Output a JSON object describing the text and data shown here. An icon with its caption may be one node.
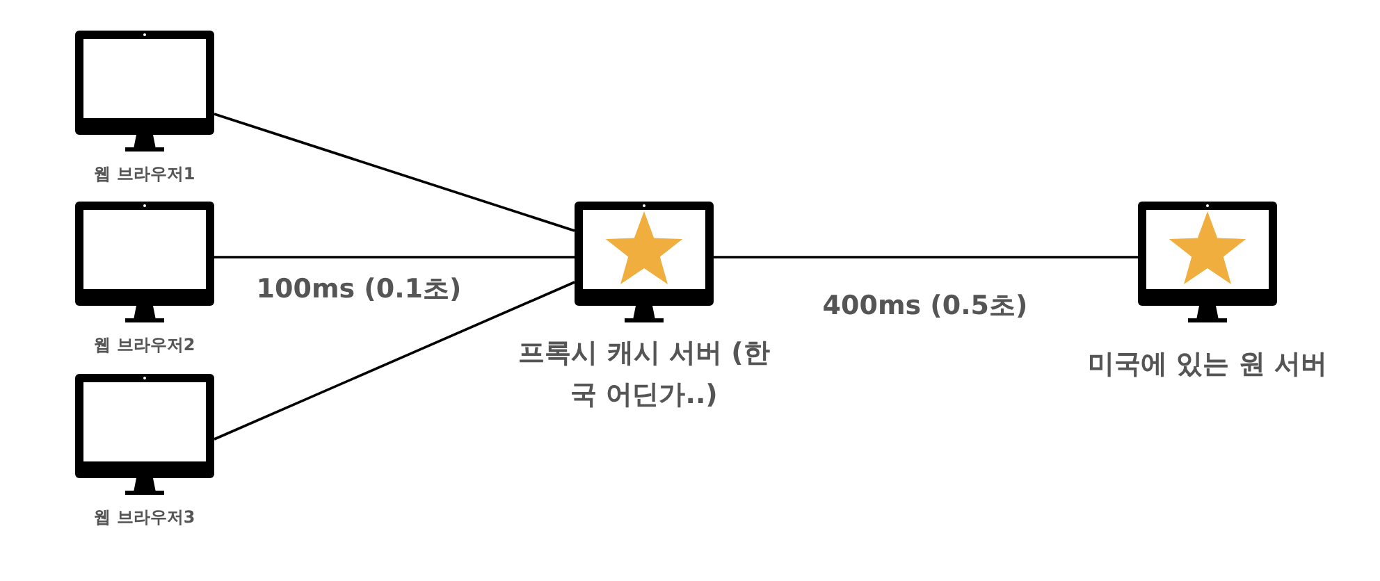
{
  "diagram": {
    "nodes": [
      {
        "text": [
          "웹 브라우저1"
        ]
      },
      {
        "text": [
          "웹 브라우저2"
        ]
      },
      {
        "text": [
          "웹 브라우저3"
        ]
      },
      {
        "text": [
          "프록시 캐시 서버 (한국 어딘가..)"
        ]
      },
      {
        "text": [
          "미국에 있는 원 서버"
        ]
      }
    ],
    "edges": [
      {
        "from": 0,
        "to": 3,
        "arrow": "none"
      },
      {
        "from": 1,
        "to": 3,
        "arrow": "none",
        "label": "100ms (0.1초)"
      },
      {
        "from": 2,
        "to": 3,
        "arrow": "none"
      },
      {
        "from": 3,
        "to": 4,
        "arrow": "none",
        "label": "400ms (0.5초)"
      }
    ]
  }
}
